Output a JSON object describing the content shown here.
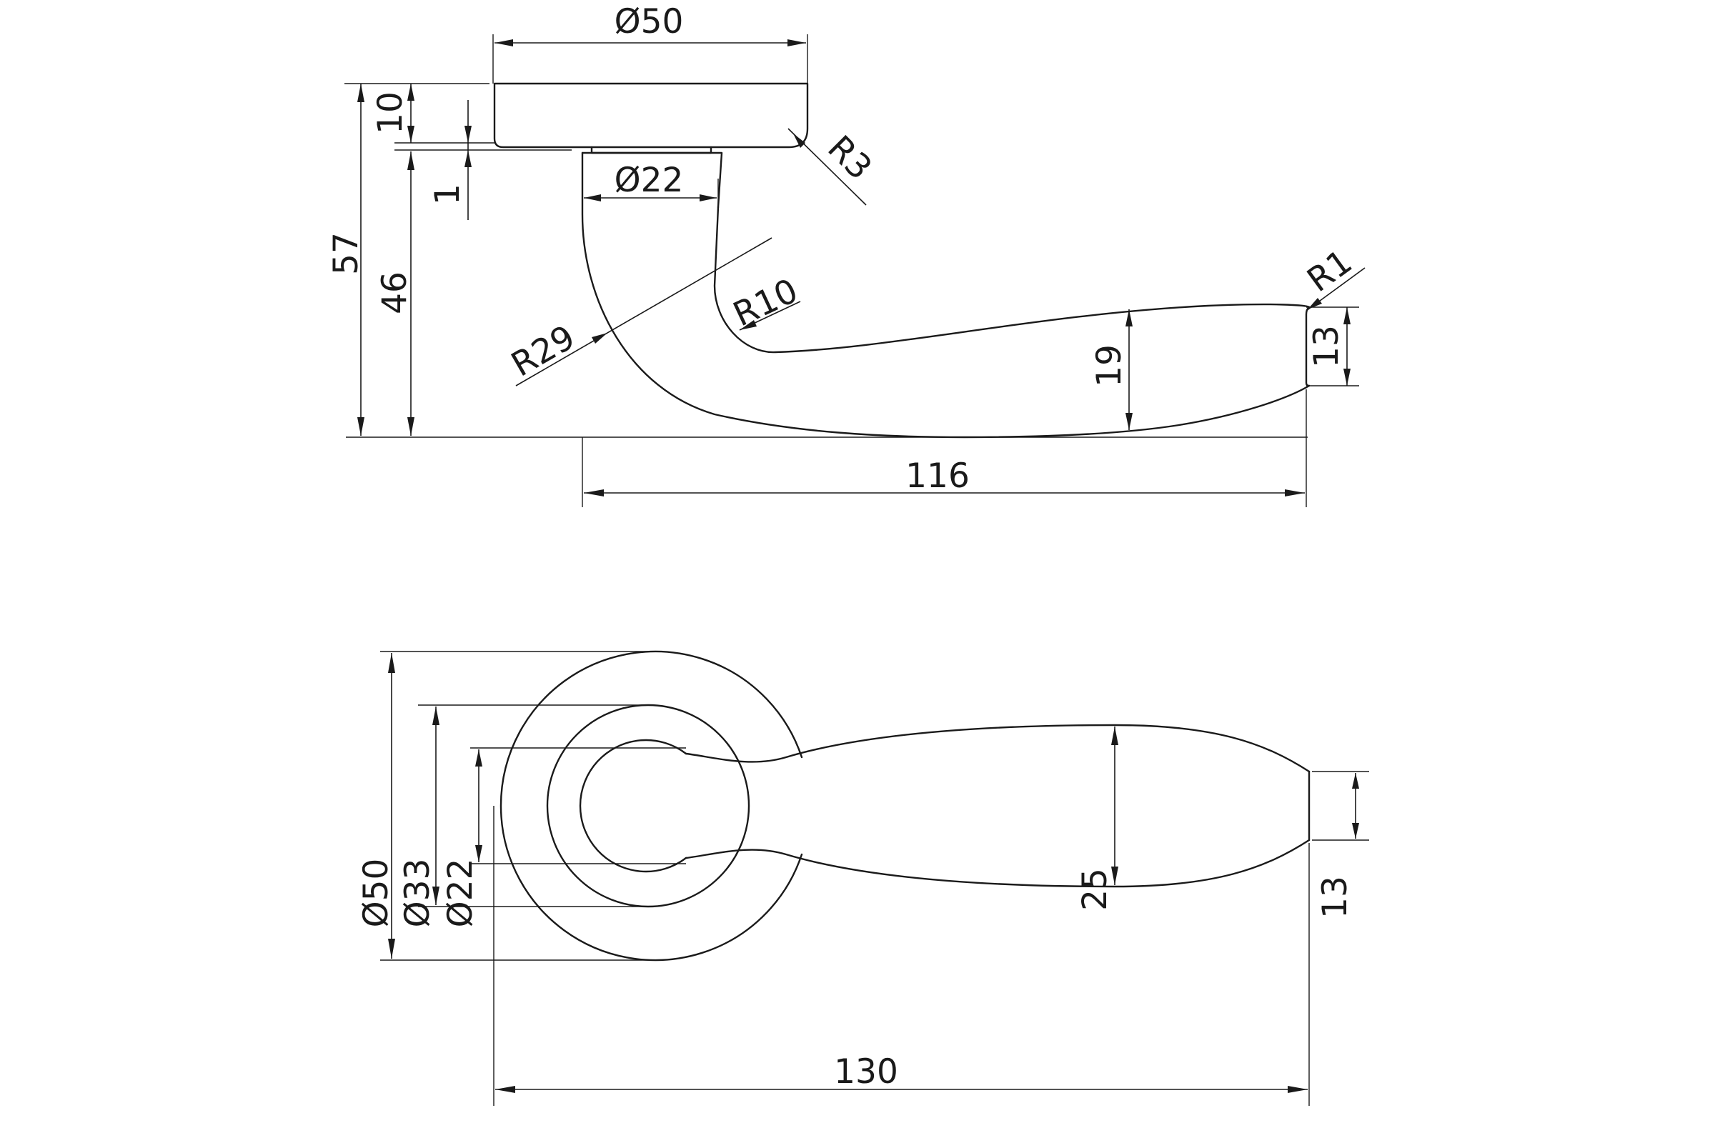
{
  "side_view": {
    "rose_diameter": "Ø50",
    "neck_diameter": "Ø22",
    "rose_thickness": "10",
    "gap": "1",
    "total_height": "57",
    "lever_height": "46",
    "edge_radius": "R3",
    "outer_bend_radius": "R29",
    "inner_bend_radius": "R10",
    "tip_radius": "R1",
    "grip_thickness": "19",
    "tip_thickness": "13",
    "projection": "116"
  },
  "top_view": {
    "rose_diameter": "Ø50",
    "collar_diameter": "Ø33",
    "spindle_diameter": "Ø22",
    "grip_width": "25",
    "tip_width": "13",
    "total_length": "130"
  }
}
